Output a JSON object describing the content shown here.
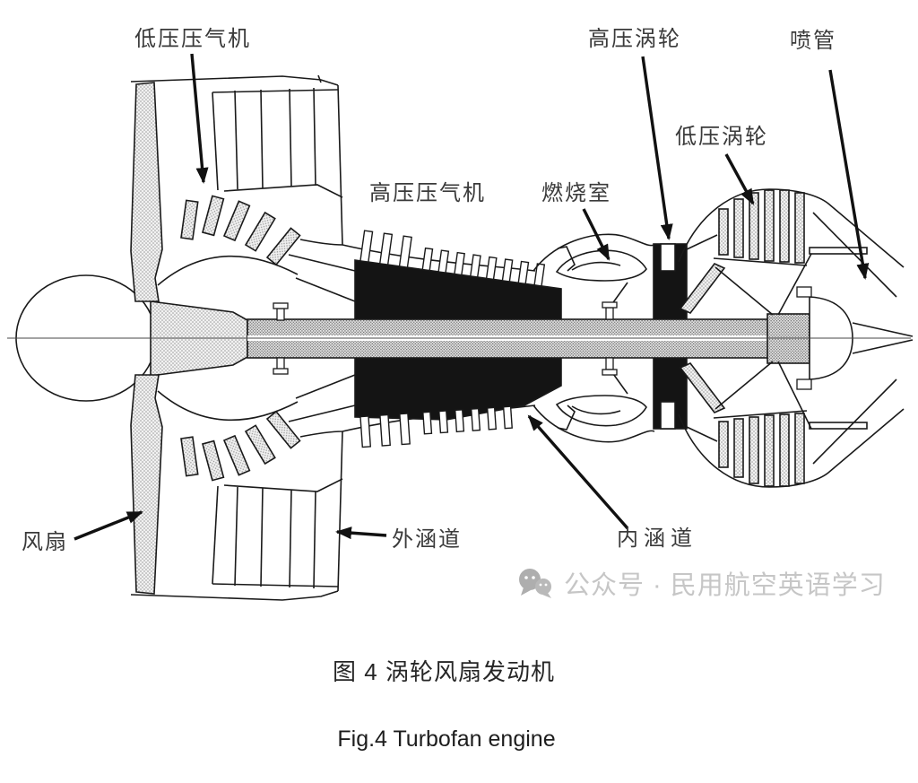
{
  "diagram": {
    "title": "Turbofan engine cross-section figure",
    "labels": {
      "lp_compressor": "低压压气机",
      "hp_compressor": "高压压气机",
      "combustor": "燃烧室",
      "hp_turbine": "高压涡轮",
      "lp_turbine": "低压涡轮",
      "nozzle": "喷管",
      "fan": "风扇",
      "outer_duct": "外涵道",
      "inner_duct": "内涵道"
    },
    "watermark": {
      "icon": "wechat-icon",
      "text": "公众号 · 民用航空英语学习",
      "color": "#c6c6c6"
    },
    "caption_zh": "图 4 涡轮风扇发动机",
    "caption_en": "Fig.4 Turbofan engine",
    "colors": {
      "line": "#1a1a1a",
      "solid_fill": "#141414",
      "label_text": "#3a3a3a",
      "watermark_gray": "#c6c6c6"
    }
  }
}
